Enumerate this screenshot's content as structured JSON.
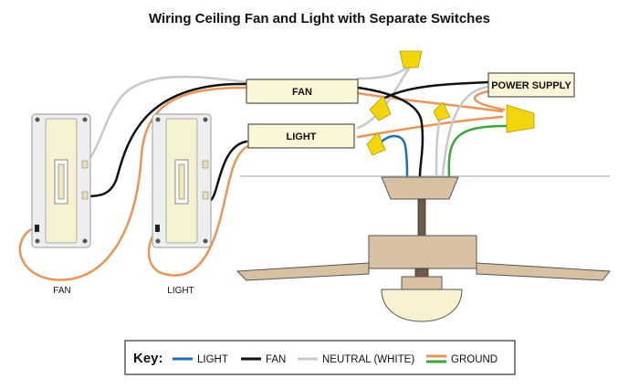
{
  "title": "Wiring Ceiling Fan and Light with Separate Switches",
  "boxes": {
    "fan": "FAN",
    "light": "LIGHT",
    "power_supply": "POWER SUPPLY"
  },
  "switch_labels": {
    "fan": "FAN",
    "light": "LIGHT"
  },
  "key": {
    "heading": "Key:",
    "items": [
      {
        "label": "LIGHT",
        "color": "#1f6fb5"
      },
      {
        "label": "FAN",
        "color": "#111111"
      },
      {
        "label": "NEUTRAL (WHITE)",
        "color": "#c8c8c8"
      },
      {
        "label": "GROUND",
        "color": "#e8955a",
        "color2": "#3aa63a"
      }
    ]
  },
  "colors": {
    "light_wire": "#1f6fb5",
    "fan_wire": "#111111",
    "neutral_wire": "#c8c8c8",
    "ground_wire": "#e8955a",
    "ground_green": "#3aa63a",
    "wire_nut": "#f2d50f",
    "box_fill": "#fbf6d8",
    "fan_body": "#d8c1a2"
  }
}
